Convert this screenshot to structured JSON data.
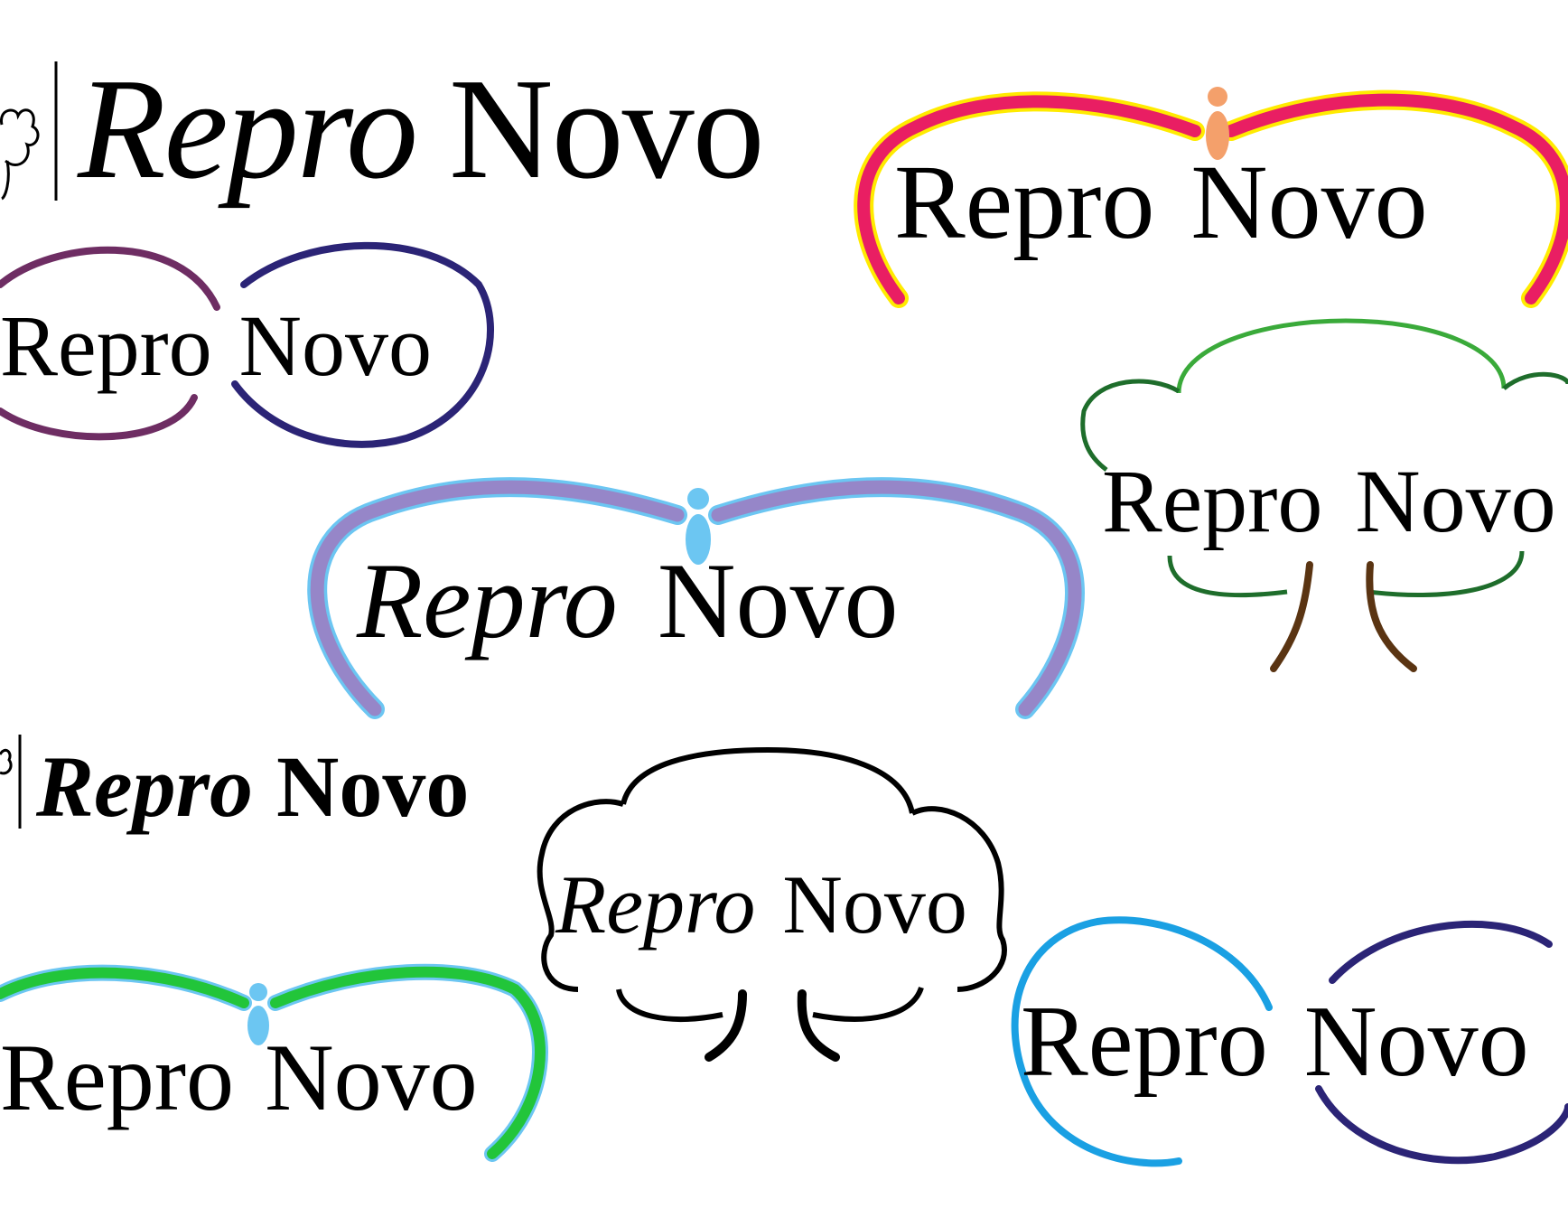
{
  "logos": [
    {
      "word1": "Repro",
      "word2": "Novo",
      "style": "tree-icon-divider-italic-thin"
    },
    {
      "word1": "Repro",
      "word2": "Novo",
      "style": "arch-person",
      "colors": {
        "arch": "#e91e63",
        "edge": "#ffeb00",
        "figure": "#f4a06b"
      }
    },
    {
      "word1": "Repro",
      "word2": "Novo",
      "style": "infinity-loops",
      "colors": {
        "left": "#6e2d63",
        "right": "#2b2476"
      }
    },
    {
      "word1": "Repro",
      "word2": "Novo",
      "style": "arch-person",
      "colors": {
        "arch": "#9686c8",
        "edge": "#6cc6f2",
        "figure": "#6cc6f2"
      }
    },
    {
      "word1": "Repro",
      "word2": "Novo",
      "style": "tree-outline",
      "colors": {
        "crown": "#3aaa3a",
        "crown_dark": "#1e6d2b",
        "trunk": "#5a3412"
      }
    },
    {
      "word1": "Repro",
      "word2": "Novo",
      "style": "tree-icon-divider-italic-bold"
    },
    {
      "word1": "Repro",
      "word2": "Novo",
      "style": "tree-outline",
      "colors": {
        "crown": "#000000",
        "crown_dark": "#000000",
        "trunk": "#000000"
      }
    },
    {
      "word1": "Repro",
      "word2": "Novo",
      "style": "arch-person",
      "colors": {
        "arch": "#22c53a",
        "edge": "#6cc6f2",
        "figure": "#6cc6f2"
      }
    },
    {
      "word1": "Repro",
      "word2": "Novo",
      "style": "infinity-loops",
      "colors": {
        "left": "#1aa0e3",
        "right": "#2b2476"
      }
    }
  ]
}
